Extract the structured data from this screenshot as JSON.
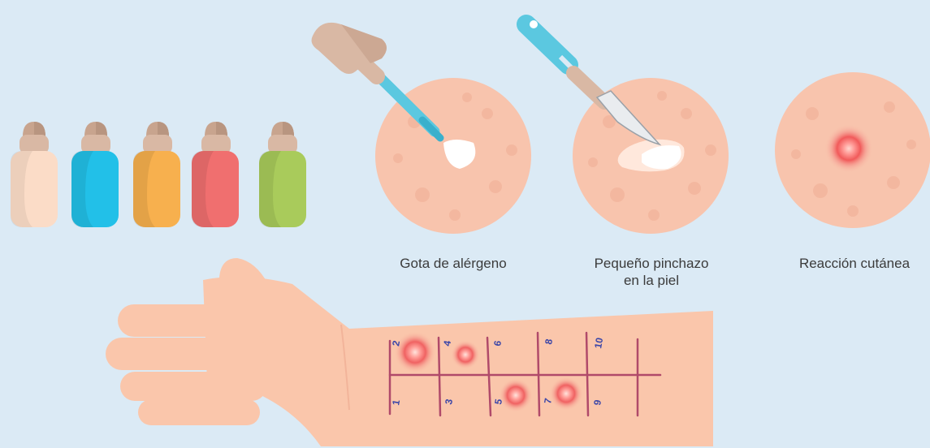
{
  "steps": [
    {
      "label": "Gota de alérgeno"
    },
    {
      "label_line1": "Pequeño pinchazo",
      "label_line2": "en la piel"
    },
    {
      "label": "Reacción cutánea"
    }
  ],
  "bottle_colors": [
    "#fbdcc7",
    "#22c0e8",
    "#f7b04e",
    "#f06f6f",
    "#a9cb5b"
  ],
  "forearm_numbers": [
    "1",
    "2",
    "3",
    "4",
    "5",
    "6",
    "7",
    "8",
    "9",
    "10"
  ],
  "colors": {
    "background": "#dbeaf5",
    "skin": "#fac6ab",
    "skin_circle": "#f8c4ad",
    "reaction": "#f15a5a",
    "grid_line": "#b04a6a",
    "tool_blue": "#5bc8e0",
    "tool_beige": "#d9b8a4"
  }
}
